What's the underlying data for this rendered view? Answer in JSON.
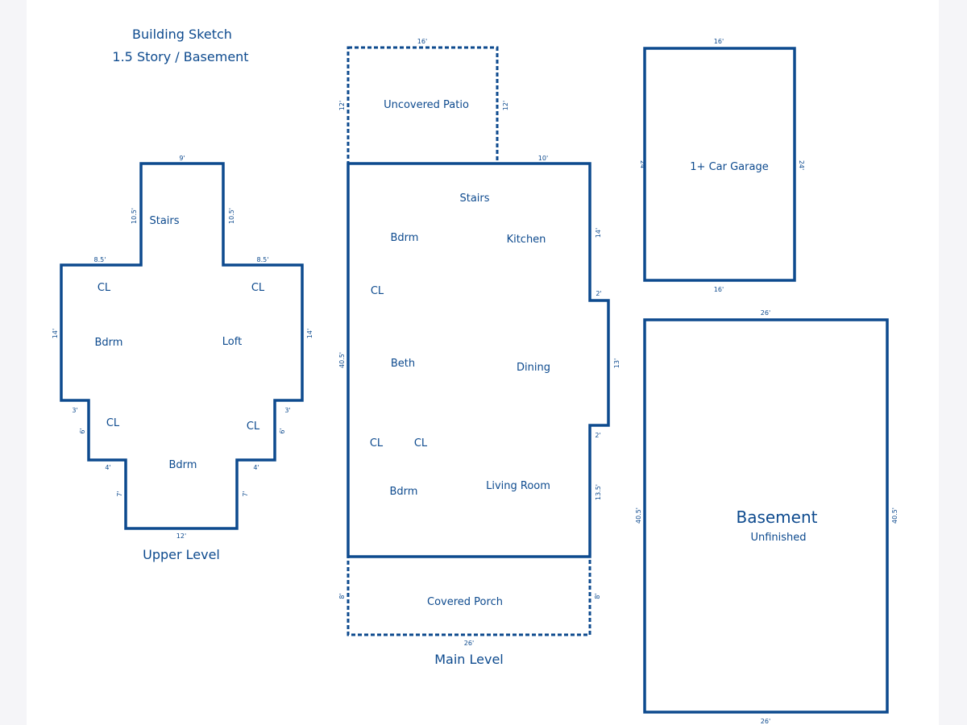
{
  "header": {
    "title": "Building Sketch",
    "subtitle": "1.5 Story / Basement"
  },
  "colors": {
    "line": "#0d4a8e",
    "background": "#ffffff"
  },
  "upper": {
    "label": "Upper Level",
    "rooms": [
      "Stairs",
      "CL",
      "CL",
      "Bdrm",
      "Loft",
      "CL",
      "CL",
      "Bdrm"
    ],
    "dims": [
      "9'",
      "10.5'",
      "10.5'",
      "8.5'",
      "8.5'",
      "14'",
      "14'",
      "3'",
      "3'",
      "6'",
      "6'",
      "4'",
      "4'",
      "7'",
      "7'",
      "12'"
    ]
  },
  "main": {
    "label": "Main Level",
    "patio": {
      "label": "Uncovered Patio",
      "dims": [
        "16'",
        "12'",
        "12'"
      ]
    },
    "porch": {
      "label": "Covered Porch",
      "dims": [
        "8'",
        "8'",
        "26'"
      ]
    },
    "rooms": [
      "Stairs",
      "Bdrm",
      "Kitchen",
      "CL",
      "Beth",
      "Dining",
      "CL",
      "CL",
      "Bdrm",
      "Living Room"
    ],
    "dims": [
      "10'",
      "14'",
      "2'",
      "13'",
      "2'",
      "13.5'",
      "40.5'"
    ]
  },
  "garage": {
    "label": "1+ Car Garage",
    "dims": [
      "16'",
      "16'",
      "24'",
      "24'"
    ]
  },
  "basement": {
    "label": "Basement",
    "sublabel": "Unfinished",
    "dims": [
      "26'",
      "26'",
      "40.5'",
      "40.5'"
    ]
  }
}
